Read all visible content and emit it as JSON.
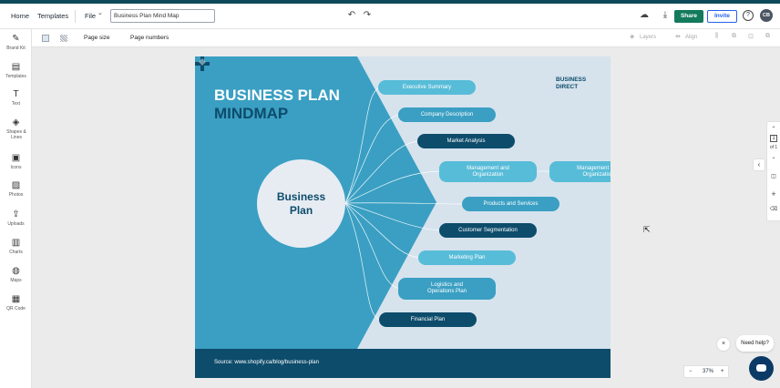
{
  "topbar": {
    "home_label": "Home",
    "templates_label": "Templates",
    "file_label": "File",
    "document_title": "Business Plan Mind Map",
    "share_label": "Share",
    "invite_label": "Invite",
    "help_glyph": "?",
    "avatar_initials": "CB",
    "undo_glyph": "↶",
    "redo_glyph": "↷",
    "cloud_glyph": "☁",
    "download_glyph": "⤓"
  },
  "sidebar": {
    "items": [
      {
        "label": "Brand Kit",
        "glyph": "✎"
      },
      {
        "label": "Templates",
        "glyph": "▤"
      },
      {
        "label": "Text",
        "glyph": "T"
      },
      {
        "label": "Shapes & Lines",
        "glyph": "◈"
      },
      {
        "label": "Icons",
        "glyph": "▣"
      },
      {
        "label": "Photos",
        "glyph": "▨"
      },
      {
        "label": "Uploads",
        "glyph": "⇪"
      },
      {
        "label": "Charts",
        "glyph": "▥"
      },
      {
        "label": "Maps",
        "glyph": "◍"
      },
      {
        "label": "QR Code",
        "glyph": "▦"
      }
    ]
  },
  "toolbar": {
    "page_size_label": "Page size",
    "page_numbers_label": "Page numbers",
    "layers_label": "Layers",
    "align_label": "Align"
  },
  "design": {
    "headline_line1": "BUSINESS PLAN",
    "headline_line2": "MINDMAP",
    "center_line1": "Business",
    "center_line2": "Plan",
    "logo_text": "BUSINESS\nDIRECT",
    "footer_text": "Source: www.shopify.ca/blog/business-plan",
    "nodes": [
      {
        "label": "Executive Summary",
        "style": "light"
      },
      {
        "label": "Company Description",
        "style": "mid"
      },
      {
        "label": "Market Analysis",
        "style": "dark"
      },
      {
        "label": "Management and\nOrganization",
        "style": "light"
      },
      {
        "label": "Products and Services",
        "style": "mid"
      },
      {
        "label": "Customer Segmentation",
        "style": "dark"
      },
      {
        "label": "Marketing Plan",
        "style": "light"
      },
      {
        "label": "Logistics and\nOperations Plan",
        "style": "mid"
      },
      {
        "label": "Financial Plan",
        "style": "dark"
      },
      {
        "label": "Management and\nOrganization",
        "style": "light"
      }
    ],
    "colors": {
      "light": "#57bcd8",
      "mid": "#3a9fc3",
      "dark": "#0d4c6b",
      "panel": "#3a9fc3",
      "background": "#d6e3ed"
    }
  },
  "right_panel": {
    "page_current": "1",
    "page_total": "of 1"
  },
  "zoom": {
    "minus": "−",
    "value": "37%",
    "plus": "+"
  },
  "chat": {
    "need_help": "Need help?",
    "close_glyph": "×"
  }
}
